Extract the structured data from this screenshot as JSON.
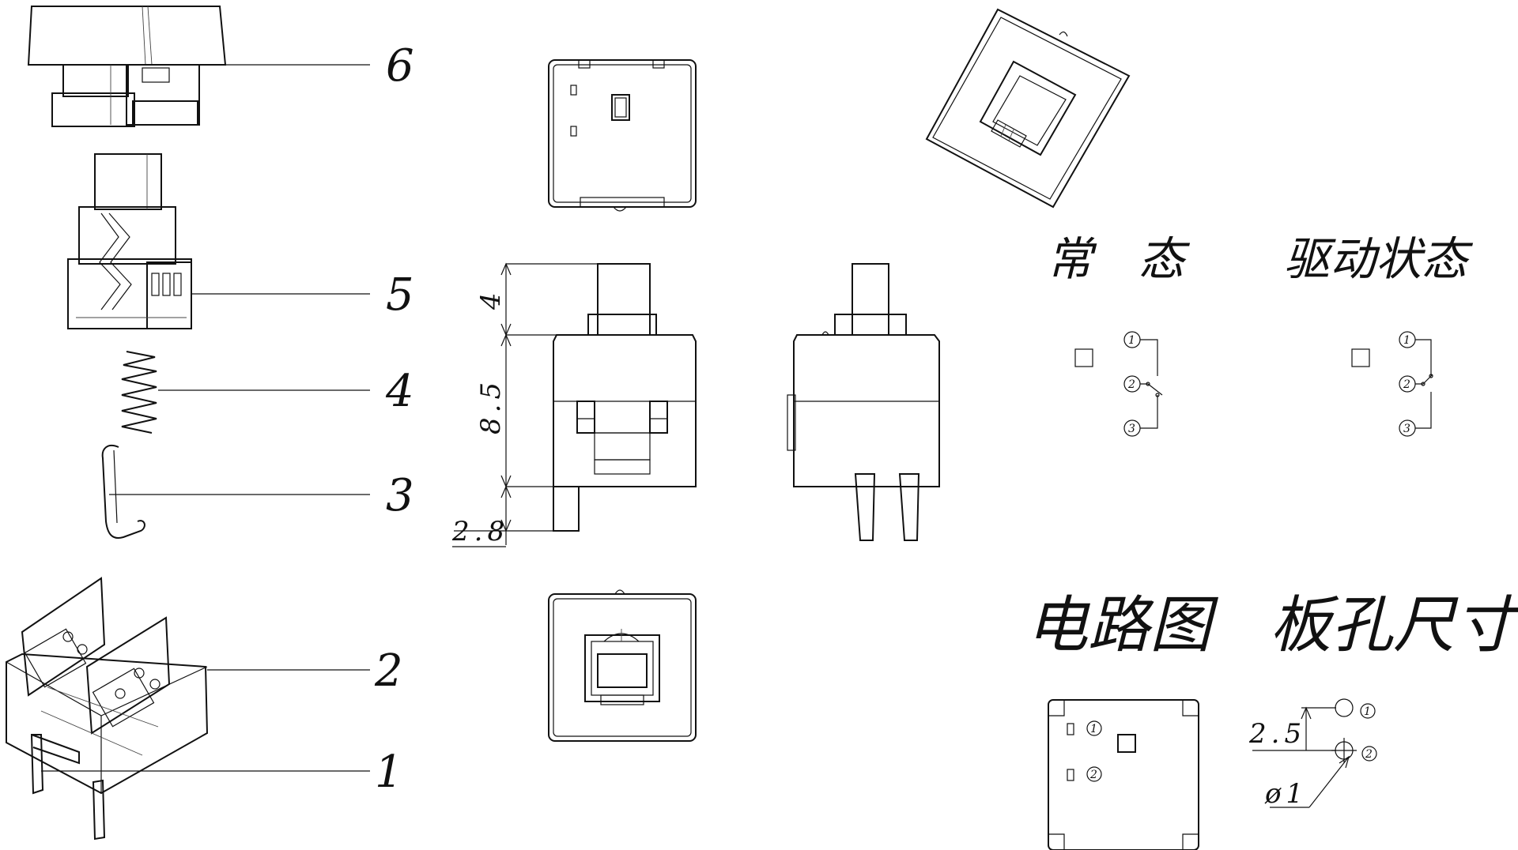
{
  "part_labels": [
    "6",
    "5",
    "4",
    "3",
    "2",
    "1"
  ],
  "dimensions": {
    "plunger_height": "4",
    "body_height": "8.5",
    "pin_length": "2.8",
    "hole_pitch": "2.5",
    "hole_diameter": "ø1"
  },
  "headings": {
    "normal_state": "常　态",
    "actuated_state": "驱动状态",
    "circuit_diagram": "电路图",
    "panel_hole_size": "板孔尺寸"
  },
  "pin_numbers": {
    "normal": [
      "1",
      "2",
      "3"
    ],
    "actuated": [
      "1",
      "2",
      "3"
    ],
    "footprint": [
      "1",
      "2"
    ],
    "hole": [
      "1",
      "2"
    ]
  }
}
